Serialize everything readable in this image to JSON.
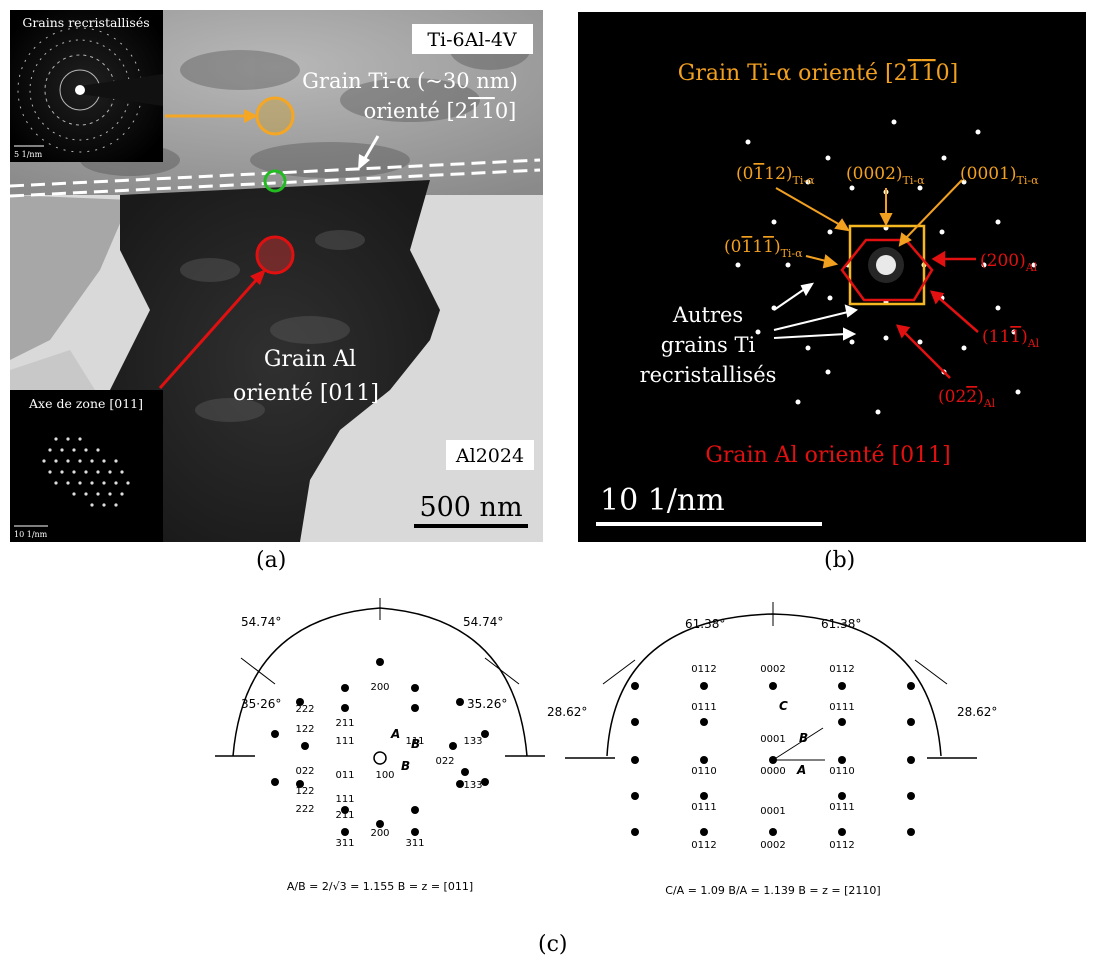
{
  "panel_a": {
    "inset_top_label": "Grains recristallisés",
    "inset_top_scale": "5 1/nm",
    "inset_bottom_label": "Axe de zone [011]",
    "inset_bottom_scale": "10 1/nm",
    "label_alloy_ti": "Ti-6Al-4V",
    "label_alloy_al": "Al2024",
    "grain_ti_line1": "Grain Ti-α (~30 nm)",
    "grain_ti_line2": "orienté [2̅̅1̅1̅0]",
    "grain_al_line1": "Grain Al",
    "grain_al_line2": "orienté [011]",
    "scale_bar": "500 nm",
    "colors": {
      "ti_marker": "#f5a623",
      "interface_marker": "#22bb22",
      "al_marker": "#e01010"
    }
  },
  "panel_b": {
    "title_ti": "Grain Ti-α orienté [2110]",
    "title_al": "Grain Al orienté [011]",
    "spot_ti_1": "(0112)",
    "spot_ti_2": "(0002)",
    "spot_ti_3": "(0001)",
    "spot_ti_4": "(0111)",
    "ti_sub": "Ti-α",
    "spot_al_1": "(200)",
    "spot_al_2": "(111)",
    "spot_al_3": "(022)",
    "al_sub": "Al",
    "others_line1": "Autres",
    "others_line2": "grains Ti",
    "others_line3": "recristallisés",
    "scale_bar": "10 1/nm",
    "colors": {
      "ti": "#f2a020",
      "al": "#e21010",
      "box_ti": "#f5b820",
      "box_al": "#e21010"
    }
  },
  "panel_c": {
    "left_angle_top_left": "54.74°",
    "left_angle_top_right": "54.74°",
    "left_angle_side_left": "35·26°",
    "left_angle_side_right": "35.26°",
    "left_formula": "A/B = 2/√3 = 1.155   B = z = [011]",
    "right_angle_top_left": "61.38°",
    "right_angle_top_right": "61.38°",
    "right_angle_side_left": "28.62°",
    "right_angle_side_right": "28.62°",
    "right_formula": "C/A = 1.09   B/A = 1.139   B = z = [2110]",
    "left_labels": [
      "200",
      "211",
      "111",
      "111",
      "222",
      "122",
      "022",
      "011",
      "100",
      "022",
      "122",
      "222",
      "111",
      "211",
      "200",
      "311",
      "311",
      "133",
      "133"
    ],
    "right_labels": [
      "0112",
      "0002",
      "0112",
      "0111",
      "0001",
      "0111",
      "0110",
      "0000",
      "0110",
      "0111",
      "0001",
      "0111",
      "0112",
      "0002",
      "0112"
    ]
  },
  "captions": {
    "a": "(a)",
    "b": "(b)",
    "c": "(c)"
  }
}
